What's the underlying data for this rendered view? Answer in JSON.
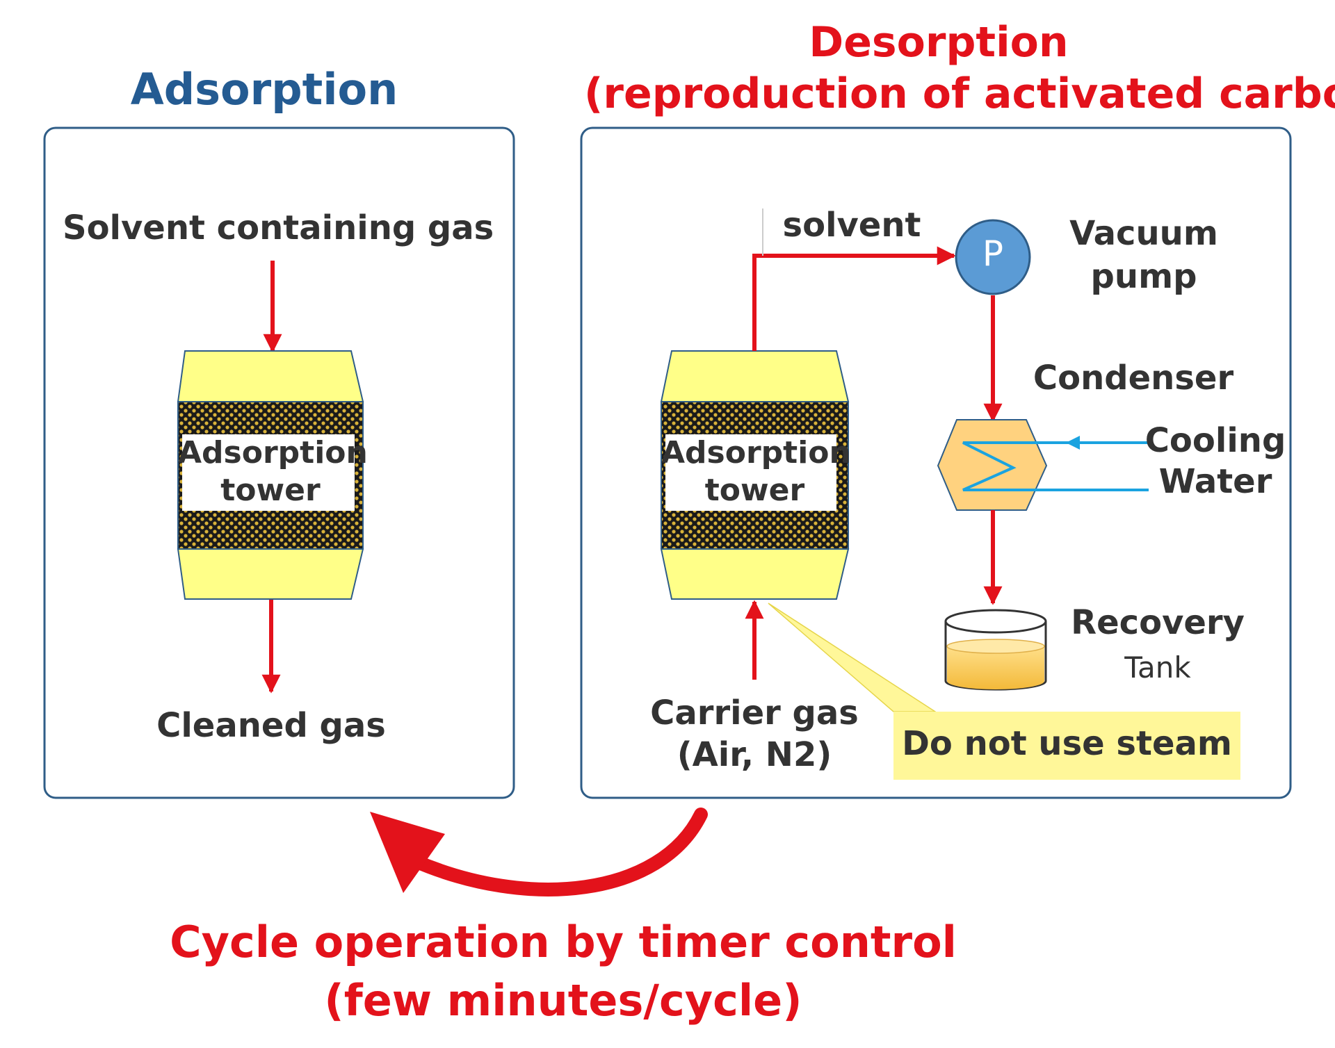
{
  "adsorption": {
    "title": "Adsorption",
    "input_label": "Solvent containing gas",
    "tower_label_line1": "Adsorption",
    "tower_label_line2": "tower",
    "output_label": "Cleaned gas"
  },
  "desorption": {
    "title_line1": "Desorption",
    "title_line2": "(reproduction of activated carbon)",
    "solvent_label": "solvent",
    "pump_symbol": "P",
    "pump_label_line1": "Vacuum",
    "pump_label_line2": "pump",
    "condenser_label": "Condenser",
    "cooling_label_line1": "Cooling",
    "cooling_label_line2": "Water",
    "recovery_label_line1": "Recovery",
    "recovery_label_line2": "Tank",
    "tower_label_line1": "Adsorption",
    "tower_label_line2": "tower",
    "carrier_label_line1": "Carrier gas",
    "carrier_label_line2": "(Air, N2)",
    "note": "Do not use steam"
  },
  "cycle": {
    "line1": "Cycle operation by timer control",
    "line2": "(few minutes/cycle)"
  },
  "colors": {
    "flow_red": "#e3121b",
    "heading_blue": "#245b92",
    "tower_yellow": "#ffff88",
    "panel_border": "#2f5d87",
    "pump_blue": "#5b9bd5",
    "condenser_orange": "#ffd27f",
    "cooling_cyan": "#1aa3e0",
    "note_yellow": "#fff799"
  },
  "icons": [
    "pump-icon",
    "condenser-icon",
    "recovery-tank-icon",
    "adsorption-tower-icon",
    "cycle-arrow-icon"
  ]
}
